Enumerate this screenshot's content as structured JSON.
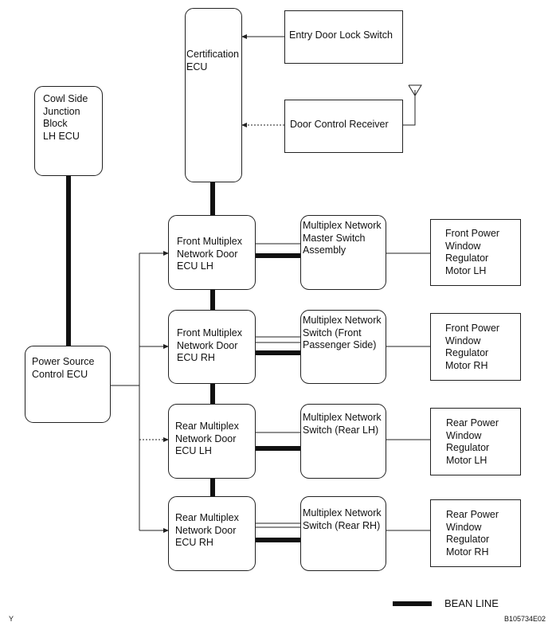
{
  "boxes": {
    "certification_ecu": "Certification\nECU",
    "entry_door_lock_switch": "Entry Door Lock Switch",
    "door_control_receiver": "Door Control Receiver",
    "cowl_side_junction_block": "Cowl Side\nJunction\nBlock\nLH ECU",
    "power_source_control_ecu": "Power Source\nControl ECU",
    "front_multiplex_door_ecu_lh": "Front Multiplex\nNetwork Door\nECU LH",
    "front_multiplex_door_ecu_rh": "Front Multiplex\nNetwork Door\nECU RH",
    "rear_multiplex_door_ecu_lh": "Rear Multiplex\nNetwork Door\nECU  LH",
    "rear_multiplex_door_ecu_rh": "Rear Multiplex\nNetwork Door\nECU  RH",
    "master_switch": "Multiplex Network\nMaster Switch\nAssembly",
    "switch_front_passenger": "Multiplex Network\nSwitch (Front\nPassenger Side)",
    "switch_rear_lh": "Multiplex Network\nSwitch (Rear LH)",
    "switch_rear_rh": "Multiplex Network\nSwitch (Rear RH)",
    "motor_front_lh": "Front Power\nWindow\nRegulator\nMotor LH",
    "motor_front_rh": "Front Power\nWindow\nRegulator\nMotor RH",
    "motor_rear_lh": "Rear Power\nWindow\nRegulator\nMotor LH",
    "motor_rear_rh": "Rear Power\nWindow\nRegulator\nMotor RH"
  },
  "legend": {
    "bean_line": "BEAN LINE"
  },
  "footer": {
    "left_mark": "Y",
    "figure_code": "B105734E02"
  }
}
